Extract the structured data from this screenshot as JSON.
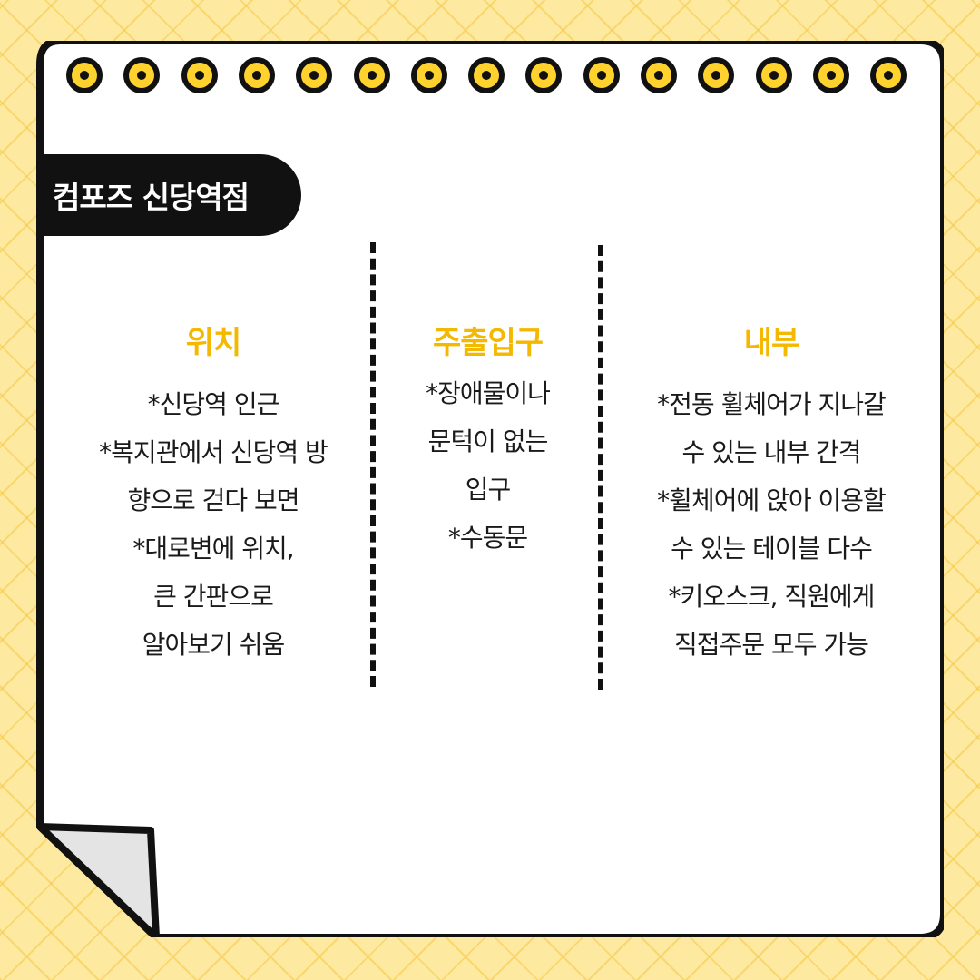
{
  "tag": {
    "label": "컴포즈 신당역점"
  },
  "columns": [
    {
      "heading": "위치",
      "lines": [
        "*신당역 인근",
        "*복지관에서 신당역 방",
        "향으로 걷다 보면",
        "*대로변에 위치,",
        "큰 간판으로",
        "알아보기 쉬움"
      ]
    },
    {
      "heading": "주출입구",
      "lines": [
        "*장애물이나",
        "문턱이 없는",
        "입구",
        "*수동문"
      ]
    },
    {
      "heading": "내부",
      "lines": [
        "*전동 휠체어가 지나갈",
        "수 있는 내부 간격",
        "*휠체어에 앉아 이용할",
        "수 있는 테이블 다수",
        "*키오스크, 직원에게",
        "직접주문 모두 가능"
      ]
    }
  ],
  "colors": {
    "accent": "#f5b800",
    "ring": "#ffd22e",
    "background": "#fde9a0",
    "ink": "#111111"
  },
  "ring_count": 15
}
